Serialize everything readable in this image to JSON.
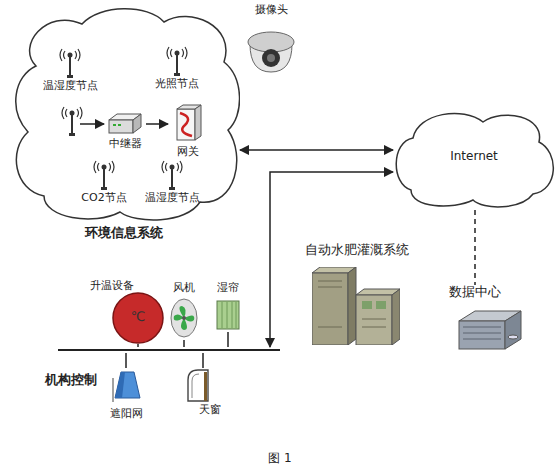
{
  "diagram": {
    "caption": "图 1",
    "nodes": [
      {
        "text": [
          "环境信息系统"
        ]
      },
      {
        "text": [
          "温湿度节点"
        ],
        "in": 0
      },
      {
        "text": [
          "光照节点"
        ],
        "in": 0
      },
      {
        "text": [
          "中继器"
        ],
        "in": 0
      },
      {
        "text": [
          "网关"
        ],
        "in": 0
      },
      {
        "text": [
          "CO2节点"
        ],
        "in": 0
      },
      {
        "text": [
          "温湿度节点"
        ],
        "in": 0
      },
      {
        "text": [
          "摄像头"
        ]
      },
      {
        "text": [
          "Internet"
        ]
      },
      {
        "text": [
          "数据中心"
        ]
      },
      {
        "text": [
          "自动水肥灌溉系统"
        ]
      },
      {
        "text": [
          "机构控制"
        ]
      },
      {
        "text": [
          "升温设备",
          "℃"
        ]
      },
      {
        "text": [
          "风机"
        ]
      },
      {
        "text": [
          "湿帘"
        ]
      },
      {
        "text": [
          "遮阳网"
        ]
      },
      {
        "text": [
          "天窗"
        ]
      }
    ],
    "edges": [
      {
        "from": 3,
        "to": 4,
        "arrow": "to"
      },
      {
        "from": 0,
        "to": 8,
        "arrow": "both"
      },
      {
        "from": 8,
        "to": 11,
        "arrow": "both"
      },
      {
        "from": 8,
        "to": 9,
        "arrow": "none"
      },
      {
        "from": 11,
        "to": 12,
        "arrow": "none"
      },
      {
        "from": 11,
        "to": 13,
        "arrow": "none"
      },
      {
        "from": 11,
        "to": 14,
        "arrow": "none"
      },
      {
        "from": 11,
        "to": 15,
        "arrow": "none"
      },
      {
        "from": 11,
        "to": 16,
        "arrow": "none"
      }
    ]
  }
}
